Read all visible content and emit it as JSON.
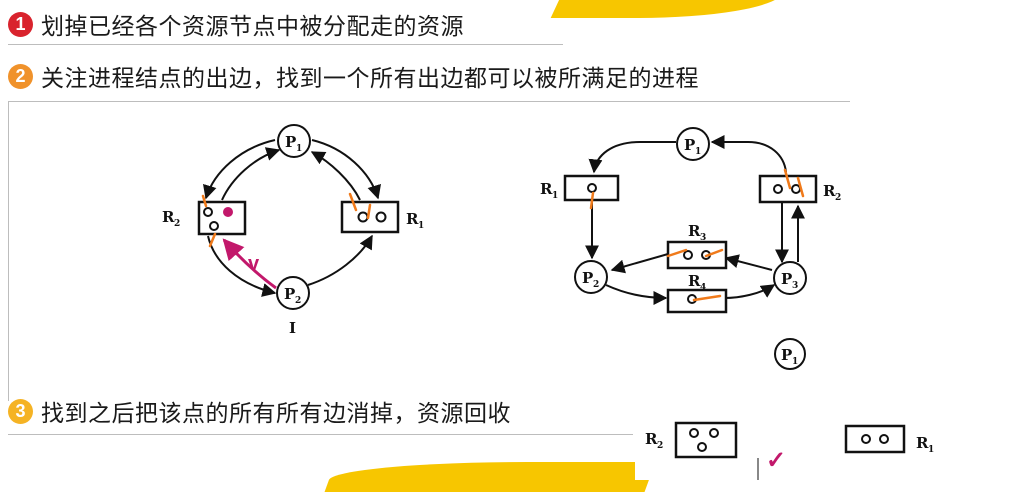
{
  "steps": [
    {
      "number": "1",
      "text": "划掉已经各个资源节点中被分配走的资源",
      "color": "#d9232d"
    },
    {
      "number": "2",
      "text": "关注进程结点的出边，找到一个所有出边都可以被所满足的进程",
      "color": "#f0922b"
    },
    {
      "number": "3",
      "text": "找到之后把该点的所有所有边消掉，资源回收",
      "color": "#f5b324"
    }
  ],
  "graph1": {
    "p1": "P",
    "p1_sub": "1",
    "p2": "P",
    "p2_sub": "2",
    "r1": "R",
    "r1_sub": "1",
    "r2": "R",
    "r2_sub": "2",
    "caption": "I",
    "check": "v"
  },
  "graph2": {
    "p1": "P",
    "p1_sub": "1",
    "p2": "P",
    "p2_sub": "2",
    "p3": "P",
    "p3_sub": "3",
    "r1": "R",
    "r1_sub": "1",
    "r2": "R",
    "r2_sub": "2",
    "r3": "R",
    "r3_sub": "3",
    "r4": "R",
    "r4_sub": "4"
  },
  "result": {
    "p1": "P",
    "p1_sub": "1",
    "r1": "R",
    "r1_sub": "1",
    "r2": "R",
    "r2_sub": "2",
    "check": "✓"
  },
  "colors": {
    "orange_mark": "#f07a1a",
    "magenta_mark": "#c2186b",
    "accent_yellow": "#f7c600"
  }
}
